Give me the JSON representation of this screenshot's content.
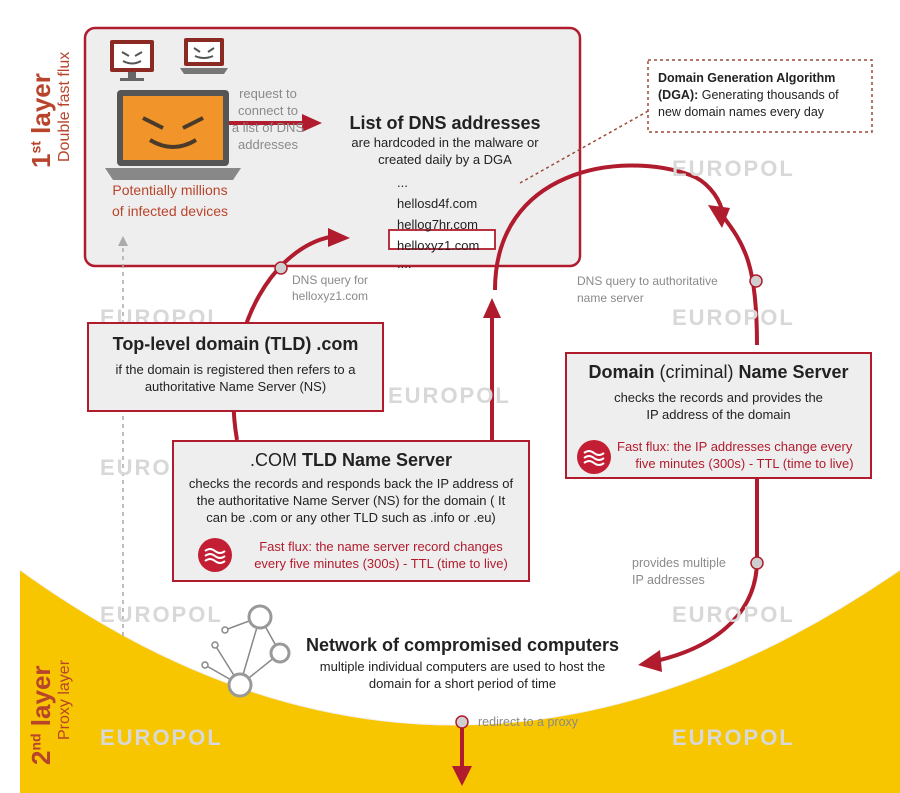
{
  "layer1": {
    "title_main": "1",
    "title_sup": "st",
    "title_word": " layer",
    "subtitle": "Double fast flux"
  },
  "layer2": {
    "title_main": "2",
    "title_sup": "nd",
    "title_word": " layer",
    "subtitle": "Proxy layer"
  },
  "infected": {
    "caption_line1": "Potentially millions",
    "caption_line2": "of infected devices"
  },
  "request": {
    "line1": "request to",
    "line2": "connect to",
    "line3": "a list of DNS",
    "line4": "addresses"
  },
  "dns_list": {
    "title": "List of DNS addresses",
    "desc_line1": "are hardcoded in the malware or",
    "desc_line2": "created daily by a DGA",
    "items": [
      "...",
      "hellosd4f.com",
      "hellog7hr.com",
      "helloxyz1.com",
      "...."
    ]
  },
  "dga": {
    "title": "Domain Generation Algorithm",
    "abbr": "(DGA):",
    "desc1": " Generating thousands of",
    "desc2": "new domain names every day"
  },
  "labels": {
    "dns_query": "DNS query for",
    "dns_query_domain": "helloxyz1.com",
    "auth_query1": "DNS query to authoritative",
    "auth_query2": "name server",
    "provides1": "provides multiple",
    "provides2": "IP addresses",
    "redirect": "redirect to a proxy"
  },
  "tld": {
    "title": "Top-level domain (TLD) .com",
    "desc1": "if the domain is registered then refers to a",
    "desc2": "authoritative Name Server (NS)"
  },
  "com_tld": {
    "title_pre": ".COM",
    "title_bold": " TLD Name Server",
    "desc1": "checks the records and responds back the IP address of",
    "desc2": "the authoritative Name Server (NS) for the domain ( It",
    "desc3": "can be .com or any other TLD such as .info or .eu)",
    "flux1": "Fast flux:  the name server record changes",
    "flux2": "every five minutes (300s)  - TTL (time to live)"
  },
  "domain_ns": {
    "title_bold1": "Domain",
    "title_mid": " (criminal) ",
    "title_bold2": "Name Server",
    "desc1": "checks the records and provides the",
    "desc2": "IP address of the domain",
    "flux1": "Fast flux:  the IP addresses change every",
    "flux2": "five minutes (300s)  - TTL (time to live)"
  },
  "network": {
    "title": "Network of compromised computers",
    "desc1": "multiple individual computers are used to host the",
    "desc2": "domain for a short period of time"
  },
  "watermark": "EUROPOL",
  "colors": {
    "accent_red": "#b01c2e",
    "orange_text": "#b8442b",
    "layer2_yellow": "#f7c600",
    "box_fill": "#efeeee"
  }
}
